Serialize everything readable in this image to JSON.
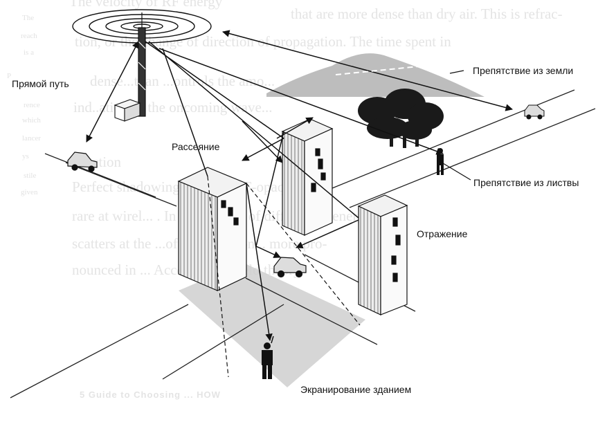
{
  "labels": {
    "direct_path": "Прямой путь",
    "scattering": "Рассеяние",
    "terrain_obstacle": "Препятствие из  земли",
    "foliage_obstacle": "Препятствие из листвы",
    "reflection": "Отражение",
    "building_shadowing": "Экранирование зданием"
  },
  "background_text": {
    "line1": "The velocity of RF energy",
    "line2": "that are more dense than dry air. This is refrac-",
    "line3": "tion, or the change of direction of propagation. The time spent in",
    "line4": "dense...than ...ontrols the amo...",
    "line5": "ind..ation of the oncoming wave...",
    "line6": "...ection",
    "line7": "Perfect shadowing ... the ... RF-opaque ...",
    "line8": "rare at wirel... . In the process of diffraction, energy",
    "line9": "scatters at the ...of the ...ruction... more pro-",
    "line10": "nounced in ... According to field theory",
    "footer": "5   Guide to Choosing ... HOW"
  },
  "margin_text": [
    "The",
    "reach",
    "is a",
    "P",
    "rence",
    "which",
    "lancer",
    "ys",
    "stile",
    "given"
  ],
  "colors": {
    "ink": "#111111",
    "faded_text": "#e4e4e4",
    "shadow": "#cfcfcf"
  }
}
